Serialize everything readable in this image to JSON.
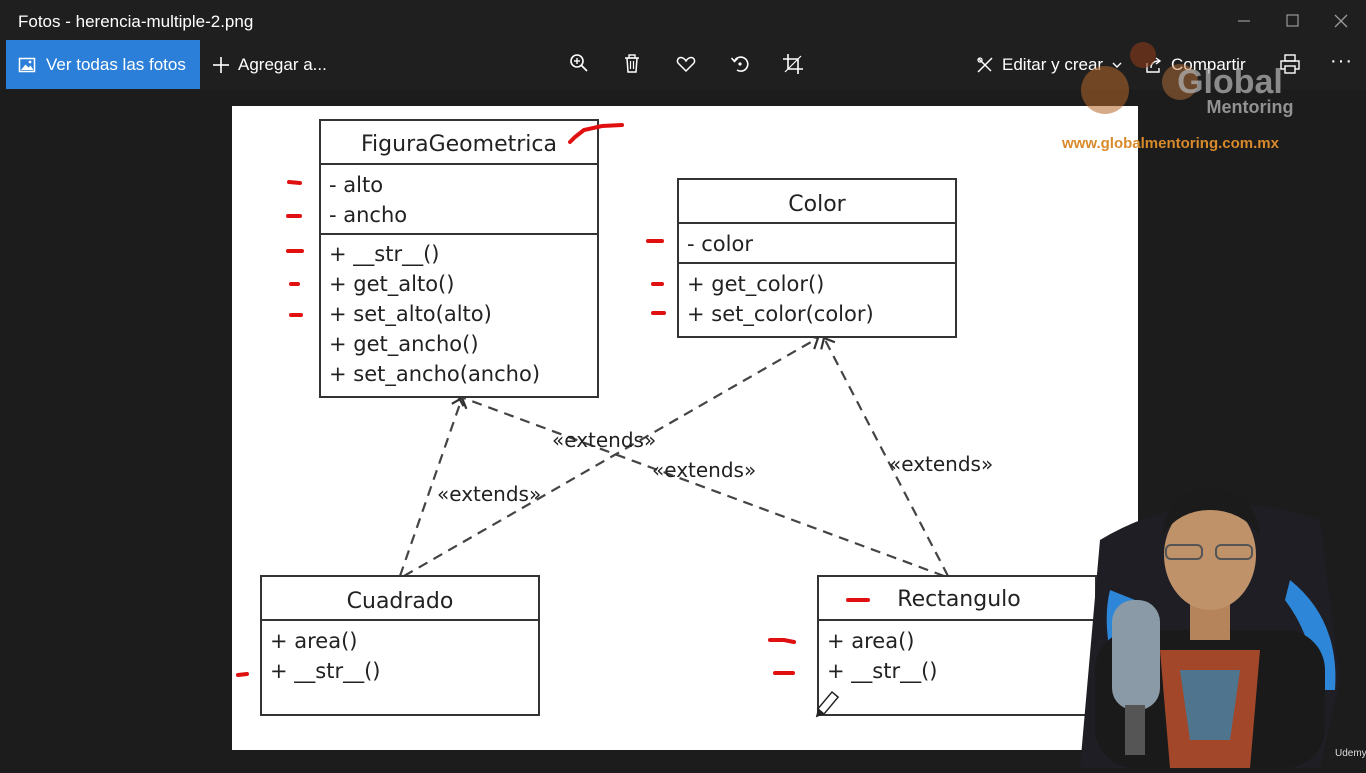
{
  "window": {
    "title": "Fotos - herencia-multiple-2.png"
  },
  "toolbar": {
    "view_all_label": "Ver todas las fotos",
    "add_label": "Agregar a...",
    "edit_label": "Editar y crear",
    "share_label": "Compartir",
    "more_label": "···"
  },
  "diagram": {
    "classes": [
      {
        "name": "FiguraGeometrica",
        "attributes": [
          "- alto",
          "- ancho"
        ],
        "methods": [
          "+ __str__()",
          "+ get_alto()",
          "+ set_alto(alto)",
          "+ get_ancho()",
          "+ set_ancho(ancho)"
        ]
      },
      {
        "name": "Color",
        "attributes": [
          "- color"
        ],
        "methods": [
          "+ get_color()",
          "+ set_color(color)"
        ]
      },
      {
        "name": "Cuadrado",
        "attributes": [],
        "methods": [
          "+ area()",
          "+ __str__()"
        ]
      },
      {
        "name": "Rectangulo",
        "attributes": [],
        "methods": [
          "+ area()",
          "+ __str__()"
        ]
      }
    ],
    "relations": [
      {
        "label": "«extends»"
      },
      {
        "label": "«extends»"
      },
      {
        "label": "«extends»"
      },
      {
        "label": "«extends»"
      }
    ]
  },
  "watermark": {
    "brand_top": "Global",
    "brand_bottom": "Mentoring",
    "url": "www.globalmentoring.com.mx"
  },
  "webcam": {
    "badge": "Udemy"
  },
  "colors": {
    "accent": "#2b7fd8",
    "annotation": "#e01010",
    "watermark": "#d98a2b"
  }
}
